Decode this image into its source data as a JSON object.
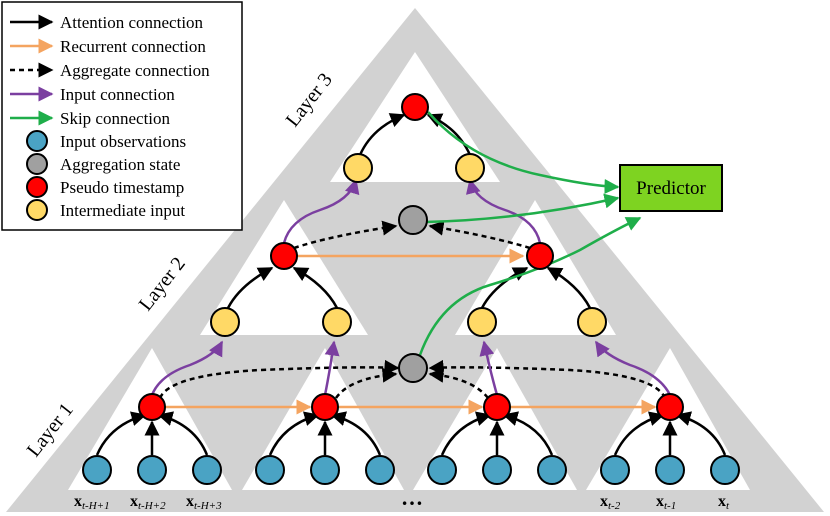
{
  "legend": {
    "attention": "Attention connection",
    "recurrent": "Recurrent connection",
    "aggregate": "Aggregate connection",
    "input": "Input connection",
    "skip": "Skip connection",
    "input_obs": "Input observations",
    "agg_state": "Aggregation state",
    "pseudo": "Pseudo timestamp",
    "intermediate": "Intermediate input"
  },
  "layers": {
    "layer1": "Layer 1",
    "layer2": "Layer 2",
    "layer3": "Layer 3"
  },
  "predictor": "Predictor",
  "ellipsis": "…",
  "x_labels": {
    "x1": {
      "main": "x",
      "sub": "t-H+1"
    },
    "x2": {
      "main": "x",
      "sub": "t-H+2"
    },
    "x3": {
      "main": "x",
      "sub": "t-H+3"
    },
    "x4": {
      "main": "x",
      "sub": "t-2"
    },
    "x5": {
      "main": "x",
      "sub": "t-1"
    },
    "x6": {
      "main": "x",
      "sub": "t"
    }
  },
  "colors": {
    "attention": "#000000",
    "recurrent": "#f4a460",
    "aggregate": "#000000",
    "input": "#7b3fa0",
    "skip": "#1fae4a",
    "input_obs": "#4aa3c4",
    "agg_state": "#a0a0a0",
    "pseudo": "#ff0000",
    "intermediate": "#ffd966",
    "predictor_fill": "#7ed321",
    "triangle_gray": "#d2d2d2"
  }
}
